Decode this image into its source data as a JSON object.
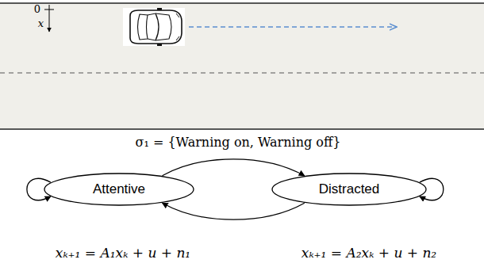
{
  "diagram": {
    "nodes": [
      {
        "text": [
          "Attentive"
        ]
      },
      {
        "text": [
          "Distracted"
        ]
      }
    ],
    "edges": [
      {
        "from": 0,
        "to": 1,
        "arrow": "to"
      },
      {
        "from": 1,
        "to": 0,
        "arrow": "to"
      },
      {
        "from": 0,
        "to": 0,
        "arrow": "to"
      },
      {
        "from": 1,
        "to": 1,
        "arrow": "to"
      }
    ],
    "labels": [
      "0",
      "x",
      "σ₁ = {Warning on, Warning off}",
      "xₖ₊₁ = A₁xₖ + u + n₁",
      "xₖ₊₁ = A₂xₖ + u + n₂"
    ]
  }
}
